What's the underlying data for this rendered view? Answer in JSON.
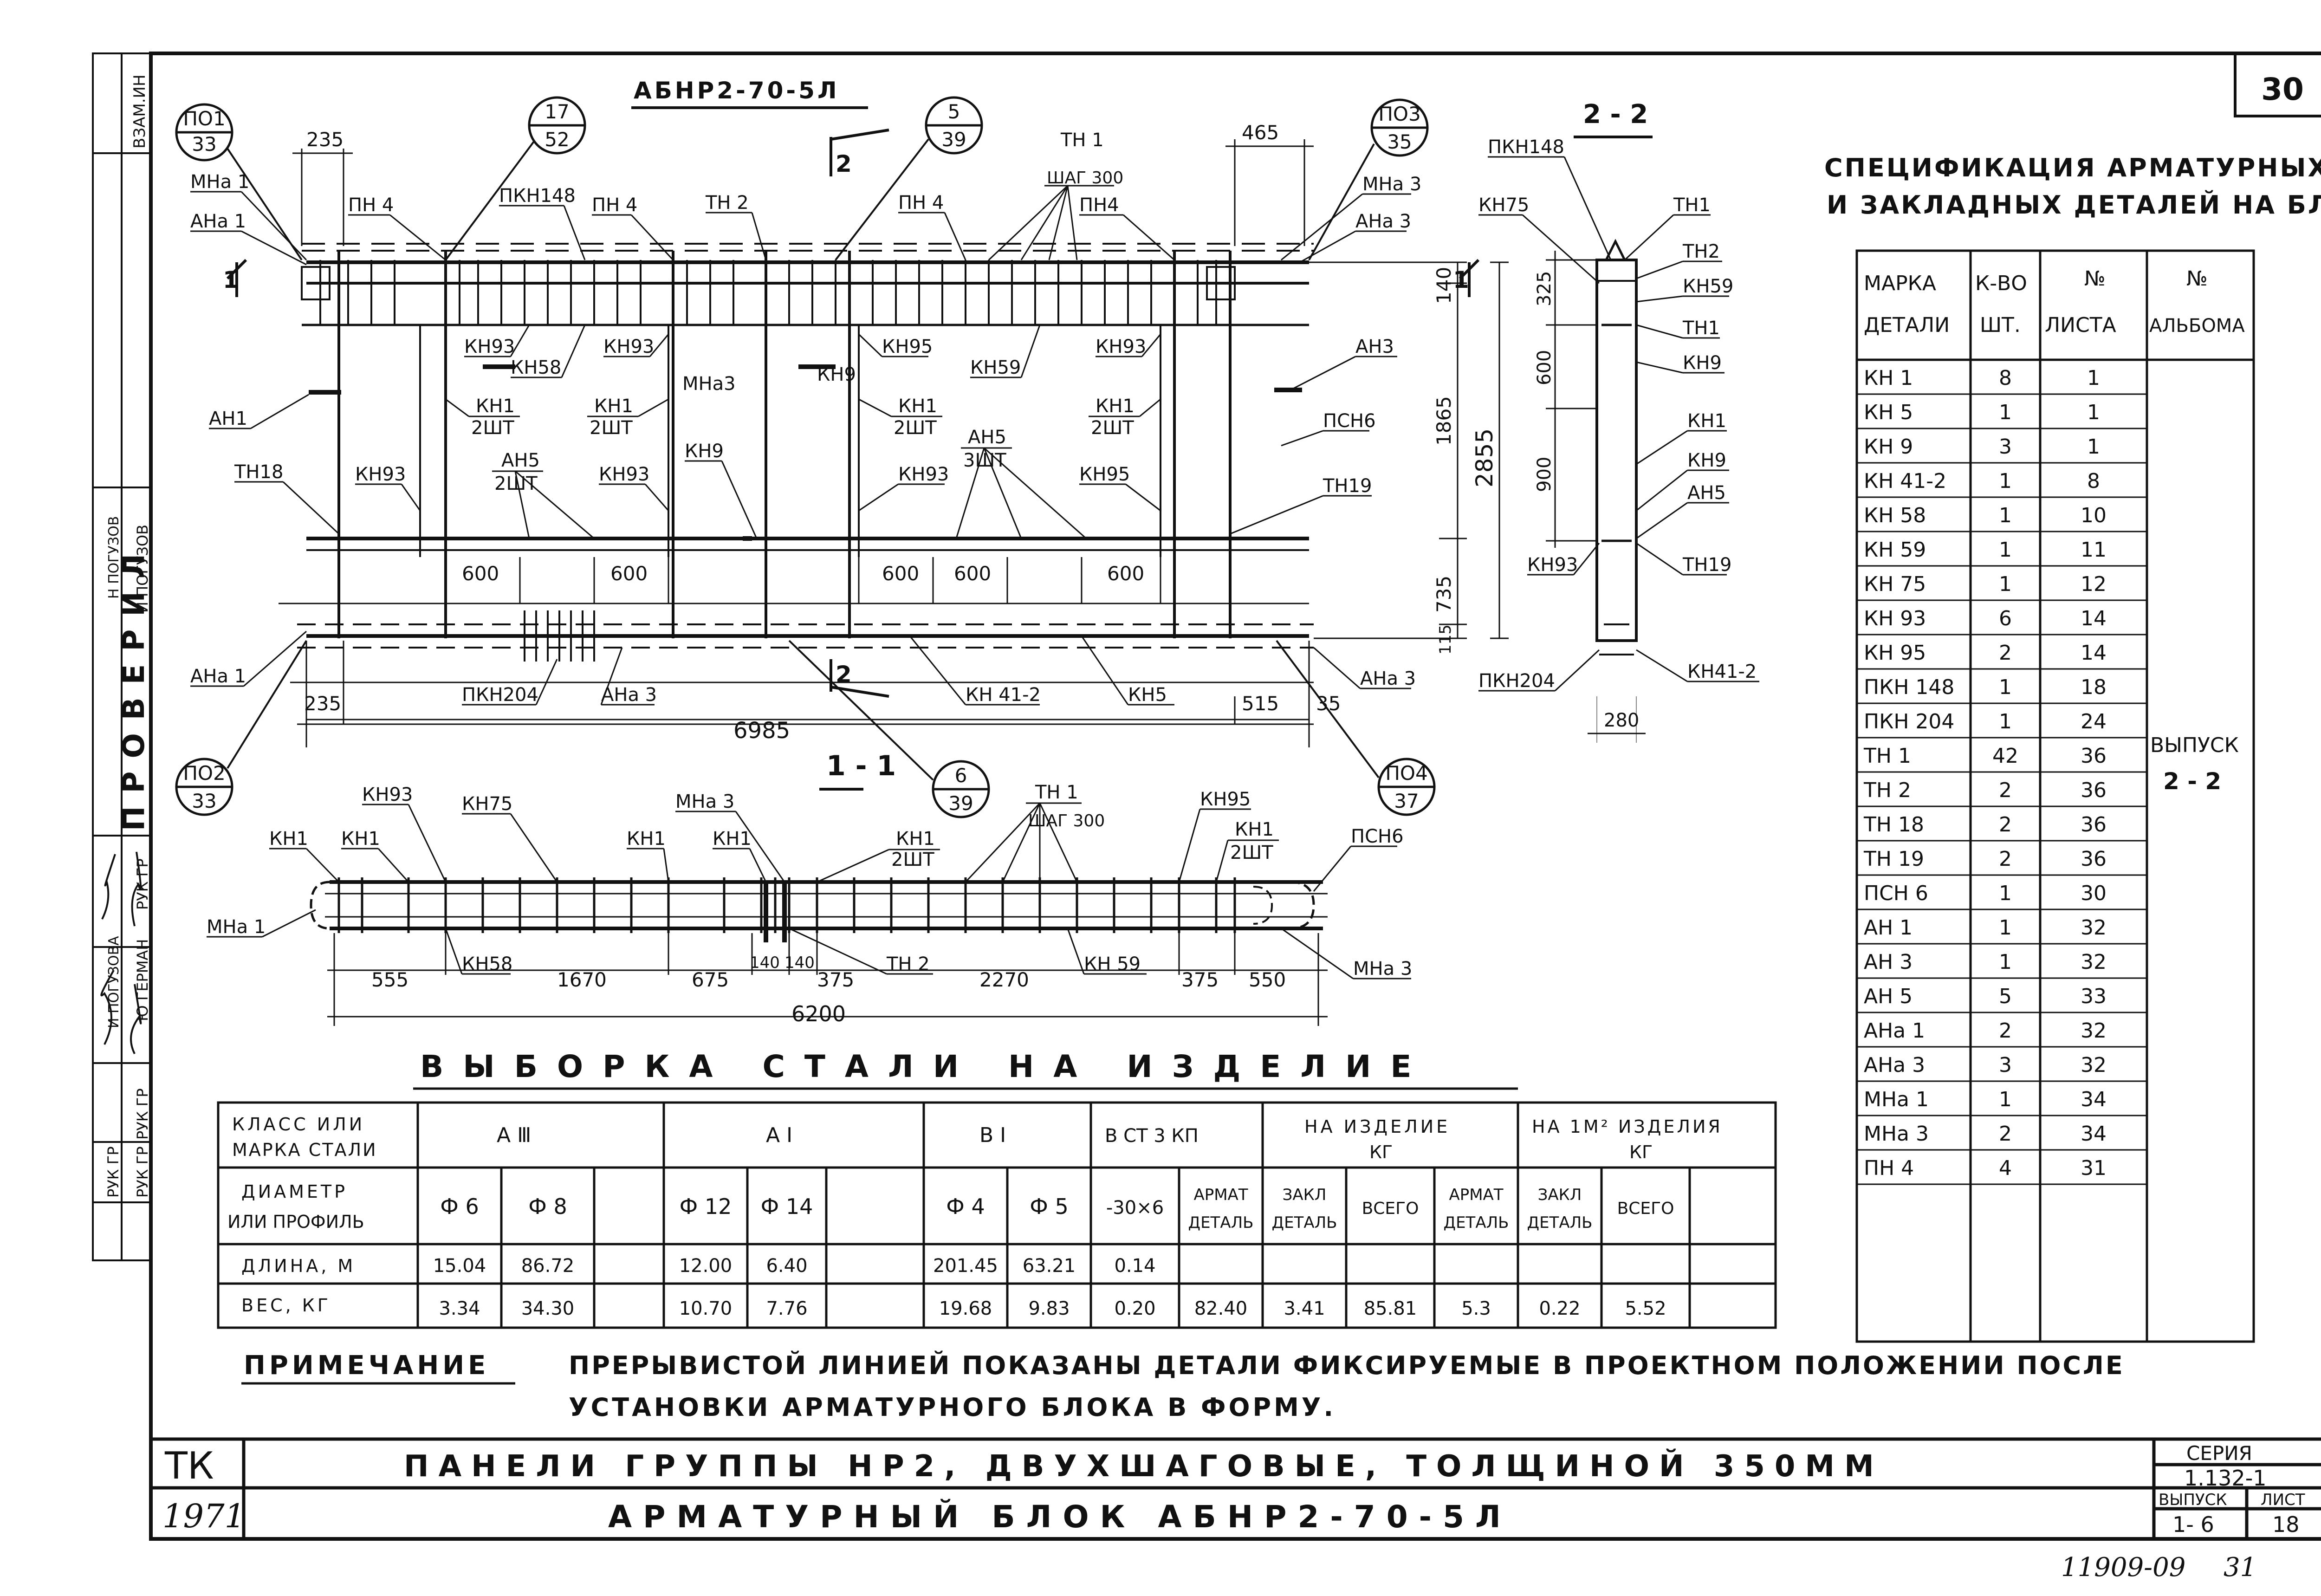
{
  "sheet_number": "30",
  "elevation": {
    "title": "АБНР2-70-5Л",
    "callouts": [
      {
        "top": "ПО1",
        "bottom": "33"
      },
      {
        "top": "17",
        "bottom": "52"
      },
      {
        "top": "5",
        "bottom": "39"
      },
      {
        "top": "ПО3",
        "bottom": "35"
      },
      {
        "top": "ПО2",
        "bottom": "33"
      },
      {
        "top": "6",
        "bottom": "39"
      },
      {
        "top": "ПО4",
        "bottom": "37"
      }
    ],
    "labels": {
      "mna1": "МНа 1",
      "ana1": "АНа 1",
      "pn4a": "ПН 4",
      "pkn148": "ПКН148",
      "pn4b": "ПН 4",
      "tn2": "ТН 2",
      "pn4c": "ПН 4",
      "tn1": "ТН 1",
      "shag": "ШАГ 300",
      "pn4d": "ПН4",
      "mna3": "МНа 3",
      "ana3": "АНа 3",
      "kn93a": "КН93",
      "kn93b": "КН93",
      "kn58": "КН58",
      "mna3b": "МНа3",
      "kn9a": "КН9",
      "kn95a": "КН95",
      "kn59": "КН59",
      "kn93c": "КН93",
      "an3": "АН3",
      "an1": "АН1",
      "kn1a": "КН1",
      "sht2a": "2ШТ",
      "kn1b": "КН1",
      "sht2b": "2ШТ",
      "kn1c": "КН1",
      "sht2c": "2ШТ",
      "kn1d": "КН1",
      "sht2d": "2ШТ",
      "an5a": "АН5",
      "sht2e": "2ШТ",
      "an5b": "АН5",
      "sht3": "3ШТ",
      "psn6": "ПСН6",
      "tn18": "ТН18",
      "kn93d": "КН93",
      "kn93e": "КН93",
      "kn9b": "КН9",
      "kn93f": "КН93",
      "kn95b": "КН95",
      "tn19": "ТН19",
      "ana1b": "АНа 1",
      "pkn204": "ПКН204",
      "ana3b": "АНа 3",
      "kn412": "КН 41-2",
      "kn5": "КН5",
      "ana3c": "АНа 3",
      "cut1": "1",
      "cut2": "2",
      "cut1b": "1",
      "cut2b": "2"
    },
    "dims": {
      "d235": "235",
      "d465": "465",
      "d600a": "600",
      "d600b": "600",
      "d600c": "600",
      "d600d": "600",
      "d600e": "600",
      "d140": "140",
      "d1865": "1865",
      "d2855": "2855",
      "d735": "735",
      "d115": "115",
      "d235b": "235",
      "d6985": "6985",
      "d515": "515",
      "d35": "35"
    }
  },
  "section22": {
    "title": "2 - 2",
    "labels": {
      "pkn148": "ПКН148",
      "kn75": "КН75",
      "tn1": "ТН1",
      "tn2": "ТН2",
      "kn59": "КН59",
      "tn1b": "ТН1",
      "kn9": "КН9",
      "kn1": "КН1",
      "kn9b": "КН9",
      "an5": "АН5",
      "kn93": "КН93",
      "tn19": "ТН19",
      "pkn204": "ПКН204",
      "kn412": "КН41-2"
    },
    "dims": {
      "d325": "325",
      "d600": "600",
      "d900": "900",
      "d280": "280"
    }
  },
  "section11": {
    "title": "1 - 1",
    "labels": {
      "kn93": "КН93",
      "kn75": "КН75",
      "mna3": "МНа 3",
      "tn1": "ТН 1",
      "shag": "ШАГ 300",
      "kn95": "КН95",
      "kn1a": "КН1",
      "kn1b": "КН1",
      "kn1c": "КН1",
      "kn1d": "КН1",
      "kn1e": "КН1",
      "sht2a": "2ШТ",
      "kn1f": "КН1",
      "sht2b": "2ШТ",
      "psn6": "ПСН6",
      "mna1": "МНа 1",
      "kn58": "КН58",
      "tn2": "ТН 2",
      "kn59": "КН 59",
      "mna3b": "МНа 3"
    },
    "dims": {
      "d555": "555",
      "d1670": "1670",
      "d675": "675",
      "d140a": "140",
      "d140b": "140",
      "d375a": "375",
      "d2270": "2270",
      "d375b": "375",
      "d550": "550",
      "d6200": "6200"
    }
  },
  "steel": {
    "title": "ВЫБОРКА СТАЛИ НА ИЗДЕЛИЕ",
    "row_heads": [
      "КЛАСС ИЛИ",
      "МАРКА СТАЛИ",
      "ДИАМЕТР",
      "ИЛИ ПРОФИЛЬ",
      "ДЛИНА, М",
      "ВЕС, КГ"
    ],
    "groups": [
      "А Ⅲ",
      "А Ⅰ",
      "В Ⅰ",
      "В СТ 3 КП",
      "НА ИЗДЕЛИЕ",
      "КГ",
      "НА 1М² ИЗДЕЛИЯ",
      "КГ"
    ],
    "sub_heads": [
      "Ф 6",
      "Ф 8",
      "Ф 12",
      "Ф 14",
      "Ф 4",
      "Ф 5",
      "-30×6",
      "АРМАТ",
      "ДЕТАЛЬ",
      "ЗАКЛ",
      "ДЕТАЛЬ",
      "ВСЕГО",
      "АРМАТ",
      "ДЕТАЛЬ",
      "ЗАКЛ",
      "ДЕТАЛЬ",
      "ВСЕГО"
    ],
    "length": [
      "15.04",
      "86.72",
      "12.00",
      "6.40",
      "201.45",
      "63.21",
      "0.14"
    ],
    "weight": [
      "3.34",
      "34.30",
      "10.70",
      "7.76",
      "19.68",
      "9.83",
      "0.20",
      "82.40",
      "3.41",
      "85.81",
      "5.3",
      "0.22",
      "5.52"
    ]
  },
  "note": {
    "label": "ПРИМЕЧАНИЕ",
    "line1": "ПРЕРЫВИСТОЙ ЛИНИЕЙ ПОКАЗАНЫ ДЕТАЛИ ФИКСИРУЕМЫЕ В ПРОЕКТНОМ ПОЛОЖЕНИИ ПОСЛЕ",
    "line2": "УСТАНОВКИ АРМАТУРНОГО БЛОКА В ФОРМУ."
  },
  "spec": {
    "title1": "СПЕЦИФИКАЦИЯ АРМАТУРНЫХ",
    "title2": "И ЗАКЛАДНЫХ ДЕТАЛЕЙ НА БЛОК",
    "headers": [
      [
        "МАРКА",
        "ДЕТАЛИ"
      ],
      [
        "К-ВО",
        "ШТ."
      ],
      [
        "№",
        "ЛИСТА"
      ],
      [
        "№",
        "АЛЬБОМА"
      ]
    ],
    "rows": [
      [
        "КН 1",
        "8",
        "1"
      ],
      [
        "КН 5",
        "1",
        "1"
      ],
      [
        "КН 9",
        "3",
        "1"
      ],
      [
        "КН 41-2",
        "1",
        "8"
      ],
      [
        "КН 58",
        "1",
        "10"
      ],
      [
        "КН 59",
        "1",
        "11"
      ],
      [
        "КН 75",
        "1",
        "12"
      ],
      [
        "КН 93",
        "6",
        "14"
      ],
      [
        "КН 95",
        "2",
        "14"
      ],
      [
        "ПКН 148",
        "1",
        "18"
      ],
      [
        "ПКН 204",
        "1",
        "24"
      ],
      [
        "ТН 1",
        "42",
        "36"
      ],
      [
        "ТН 2",
        "2",
        "36"
      ],
      [
        "ТН 18",
        "2",
        "36"
      ],
      [
        "ТН 19",
        "2",
        "36"
      ],
      [
        "ПСН 6",
        "1",
        "30"
      ],
      [
        "АН 1",
        "1",
        "32"
      ],
      [
        "АН 3",
        "1",
        "32"
      ],
      [
        "АН 5",
        "5",
        "33"
      ],
      [
        "АНа 1",
        "2",
        "32"
      ],
      [
        "АНа 3",
        "3",
        "32"
      ],
      [
        "МНа 1",
        "1",
        "34"
      ],
      [
        "МНа 3",
        "2",
        "34"
      ],
      [
        "ПН 4",
        "4",
        "31"
      ]
    ],
    "album1": "ВЫПУСК",
    "album2": "2 - 2"
  },
  "title_block": {
    "org": "ТК",
    "year": "1971",
    "line1": "ПАНЕЛИ ГРУППЫ НР2, ДВУХШАГОВЫЕ, ТОЛЩИНОЙ 350ММ",
    "line2": "АРМАТУРНЫЙ БЛОК АБНР2-70-5Л",
    "series_label": "СЕРИЯ",
    "series": "1.132-1",
    "vypusk_label": "ВЫПУСК",
    "list_label": "ЛИСТ",
    "vypusk": "1- 6",
    "list": "18"
  },
  "stamp": {
    "vzam": "ВЗАМ.ИН",
    "proveril": "ПРОВЕРИЛ",
    "ruk_gr1": "РУК ГР",
    "ruk_gr2": "РУК ГР",
    "ruk_gr3": "РУК ГР",
    "ruk_gr4": "РУК ГР",
    "name1": "Ю ГЕРМАН",
    "name2": "И ПОГУЗОВА",
    "name3": "И ПОГУЗОВ",
    "name4": "Н ПОГУЗОВ"
  },
  "footer": {
    "number": "11909-09",
    "page": "31"
  }
}
